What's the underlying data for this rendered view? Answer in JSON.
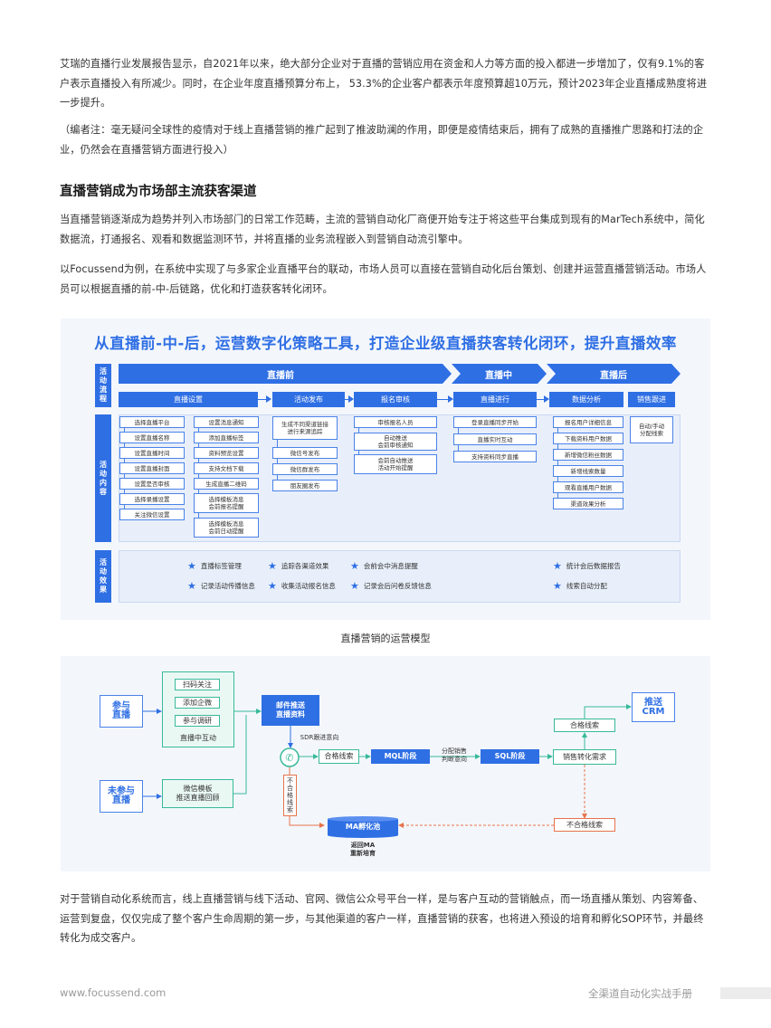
{
  "paragraphs": {
    "p1": "艾瑞的直播行业发展报告显示，自2021年以来，绝大部分企业对于直播的营销应用在资金和人力等方面的投入都进一步增加了，仅有9.1%的客户表示直播投入有所减少。同时，在企业年度直播预算分布上， 53.3%的企业客户都表示年度预算超10万元，预计2023年企业直播成熟度将进一步提升。",
    "p2": "（编者注：毫无疑问全球性的疫情对于线上直播营销的推广起到了推波助澜的作用，即便是疫情结束后，拥有了成熟的直播推广思路和打法的企业，仍然会在直播营销方面进行投入）",
    "heading": "直播营销成为市场部主流获客渠道",
    "p3": "当直播营销逐渐成为趋势并列入市场部门的日常工作范畴，主流的营销自动化厂商便开始专注于将这些平台集成到现有的MarTech系统中，简化数据流，打通报名、观看和数据监测环节，并将直播的业务流程嵌入到营销自动流引擎中。",
    "p4": "以Focussend为例，在系统中实现了与多家企业直播平台的联动，市场人员可以直接在营销自动化后台策划、创建并运营直播营销活动。市场人员可以根据直播的前-中-后链路，优化和打造获客转化闭环。",
    "p5": "对于营销自动化系统而言，线上直播营销与线下活动、官网、微信公众号平台一样，是与客户互动的营销触点，而一场直播从策划、内容筹备、运营到复盘，仅仅完成了整个客户生命周期的第一步，与其他渠道的客户一样，直播营销的获客，也将进入预设的培育和孵化SOP环节，并最终转化为成交客户。"
  },
  "figure1": {
    "title": "从直播前-中-后，运营数字化策略工具，打造企业级直播获客转化闭环，提升直播效率",
    "sidebar": {
      "flow": "活动流程",
      "content": "活动内容",
      "effect": "活动效果"
    },
    "phases": {
      "before": "直播前",
      "during": "直播中",
      "after": "直播后"
    },
    "stages": {
      "setup": "直播设置",
      "publish": "活动发布",
      "review": "报名审核",
      "live": "直播进行",
      "analysis": "数据分析",
      "followup": "销售跟进"
    },
    "setup_col1": [
      "选择直播平台",
      "设置直播名称",
      "设置直播时间",
      "设置直播封面",
      "设置是否审核",
      "选择录播设置",
      "关注微信设置"
    ],
    "setup_col2": [
      "设置消息通知",
      "添加直播标签",
      "资料预览设置",
      "支持文档下载",
      "生成直播二维码",
      "选择模板消息\n会前报名提醒",
      "选择模板消息\n会前日动提醒"
    ],
    "publish_items": [
      "生成不同渠道链接\n进行来源追踪",
      "微信号发布",
      "微信群发布",
      "朋友圈发布"
    ],
    "review_items": [
      "审核报名人员",
      "自动推送\n会前审核通知",
      "会前自动推送\n活动开始提醒"
    ],
    "live_items": [
      "登录直播同步开始",
      "直播实时互动",
      "支持资料同步直播"
    ],
    "analysis_items": [
      "报名用户详细信息",
      "下载资料用户数据",
      "新增微信粉丝数据",
      "新增线索数量",
      "观看直播用户数据",
      "渠道效果分析"
    ],
    "followup_items": [
      "自动/手动\n分配线索"
    ],
    "effects": {
      "e1": "直播标签管理",
      "e2": "追踪各渠道效果",
      "e3": "会前会中消息提醒",
      "e4": "统计会后数据报告",
      "e5": "记录活动传播信息",
      "e6": "收集活动报名信息",
      "e7": "记录会后问卷反馈信息",
      "e8": "线索自动分配"
    }
  },
  "caption": "直播营销的运营模型",
  "figure2": {
    "join_live": "参与\n直播",
    "not_join_live": "未参与\n直播",
    "scan_follow": "扫码关注",
    "add_wecom": "添加企微",
    "join_survey": "参与调研",
    "live_interact": "直播中互动",
    "wechat_template": "微信模板\n推送直播回顾",
    "mail_push": "邮件推送\n直播资料",
    "sdr_follow": "SDR跟进意向",
    "qualified_lead": "合格线索",
    "mql": "MQL阶段",
    "assign_sales": "分配销售\n判断意向",
    "sql": "SQL阶段",
    "sales_demand": "销售转化需求",
    "qualified_lead2": "合格线索",
    "push_crm": "推送\nCRM",
    "unqualified_vertical": "不合格线索",
    "unqualified_lead": "不合格线索",
    "ma_pool": "MA孵化池",
    "return_ma": "返回MA\n重新培育"
  },
  "footer": {
    "left": "www.focussend.com",
    "right": "全渠道自动化实战手册"
  },
  "colors": {
    "accent": "#2f6fe4",
    "green": "#39b99a",
    "orange": "#e8734a"
  }
}
